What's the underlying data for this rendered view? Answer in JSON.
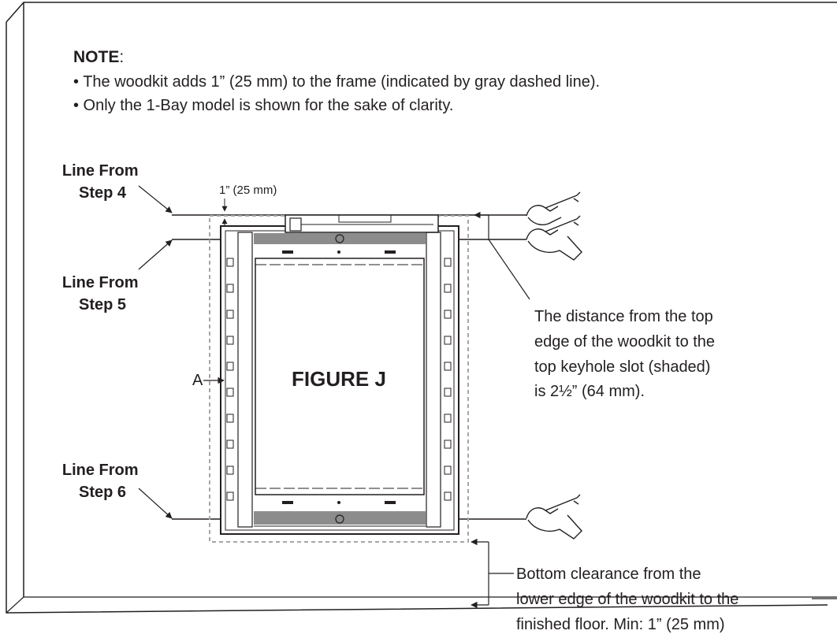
{
  "note": {
    "title": "NOTE",
    "colon": ":",
    "lines": [
      "• The woodkit adds 1” (25 mm) to the frame (indicated by gray dashed line).",
      "• Only the 1-Bay model is shown for the sake of clarity."
    ]
  },
  "callouts": {
    "step4": [
      "Line From",
      "Step 4"
    ],
    "step5": [
      "Line From",
      "Step 5"
    ],
    "step6": [
      "Line From",
      "Step 6"
    ]
  },
  "dimension_top": "1” (25 mm)",
  "label_a": "A",
  "figure_label": "FIGURE J",
  "distance_note": [
    "The distance from the top",
    "edge of the woodkit to the",
    "top keyhole slot (shaded)",
    "is 2½” (64 mm)."
  ],
  "clearance_note": [
    "Bottom clearance from the",
    "lower edge of the woodkit to the",
    "finished floor. Min: 1” (25 mm)"
  ],
  "colors": {
    "line": "#231f20",
    "shade": "#8c8c8c",
    "dashed": "#a6a6a6"
  }
}
